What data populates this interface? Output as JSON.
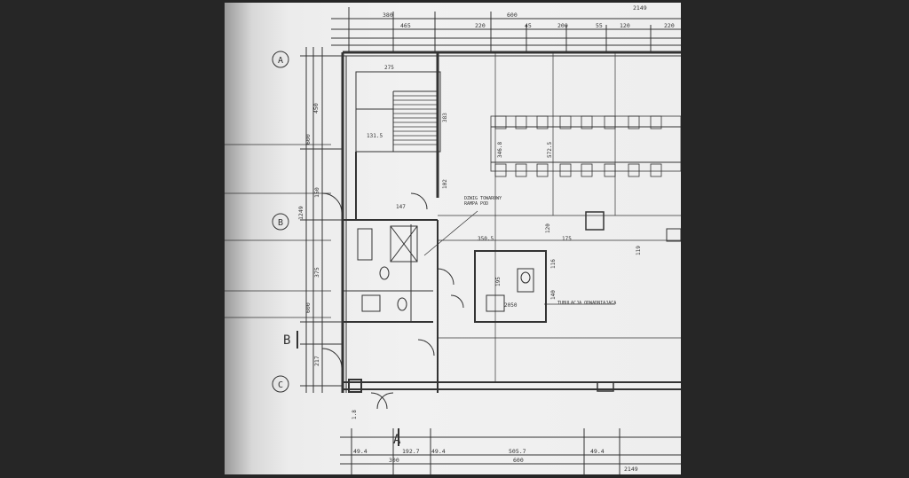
{
  "plan": {
    "axes": {
      "a": "A",
      "b": "B",
      "b_prime": "B",
      "c": "C",
      "section": "A"
    },
    "dims_top": {
      "total": "2149",
      "d1": "380",
      "d2": "600",
      "d3": "465",
      "d4": "220",
      "d5": "45",
      "d6": "200",
      "d7": "55",
      "d8": "120",
      "d9": "220"
    },
    "dims_left": {
      "d1": "450",
      "d2": "600",
      "d3": "150",
      "d4": "1249",
      "d5": "375",
      "d6": "600",
      "d7": "217"
    },
    "dims_bottom": {
      "total": "2149",
      "d1": "49.4",
      "d2": "192.7",
      "d3": "49.4",
      "d4": "505.7",
      "d5": "49.4",
      "d6": "300",
      "d7": "600"
    },
    "room_dims": {
      "r1": "275",
      "r2": "131.5",
      "r3": "147",
      "r4": "350.5",
      "r5": "175",
      "r6": "2050",
      "r7": "346.8",
      "r8": "572.5",
      "r9": "383",
      "r10": "102",
      "r11": "120",
      "r12": "116",
      "r13": "140",
      "r14": "195",
      "r15": "119",
      "r16": "1.8"
    },
    "notes": {
      "n1": "DZWIG TOWAROWY",
      "n2": "RAMPA POD",
      "n3": "TUBULACJA ODWADNIAJACA"
    }
  }
}
